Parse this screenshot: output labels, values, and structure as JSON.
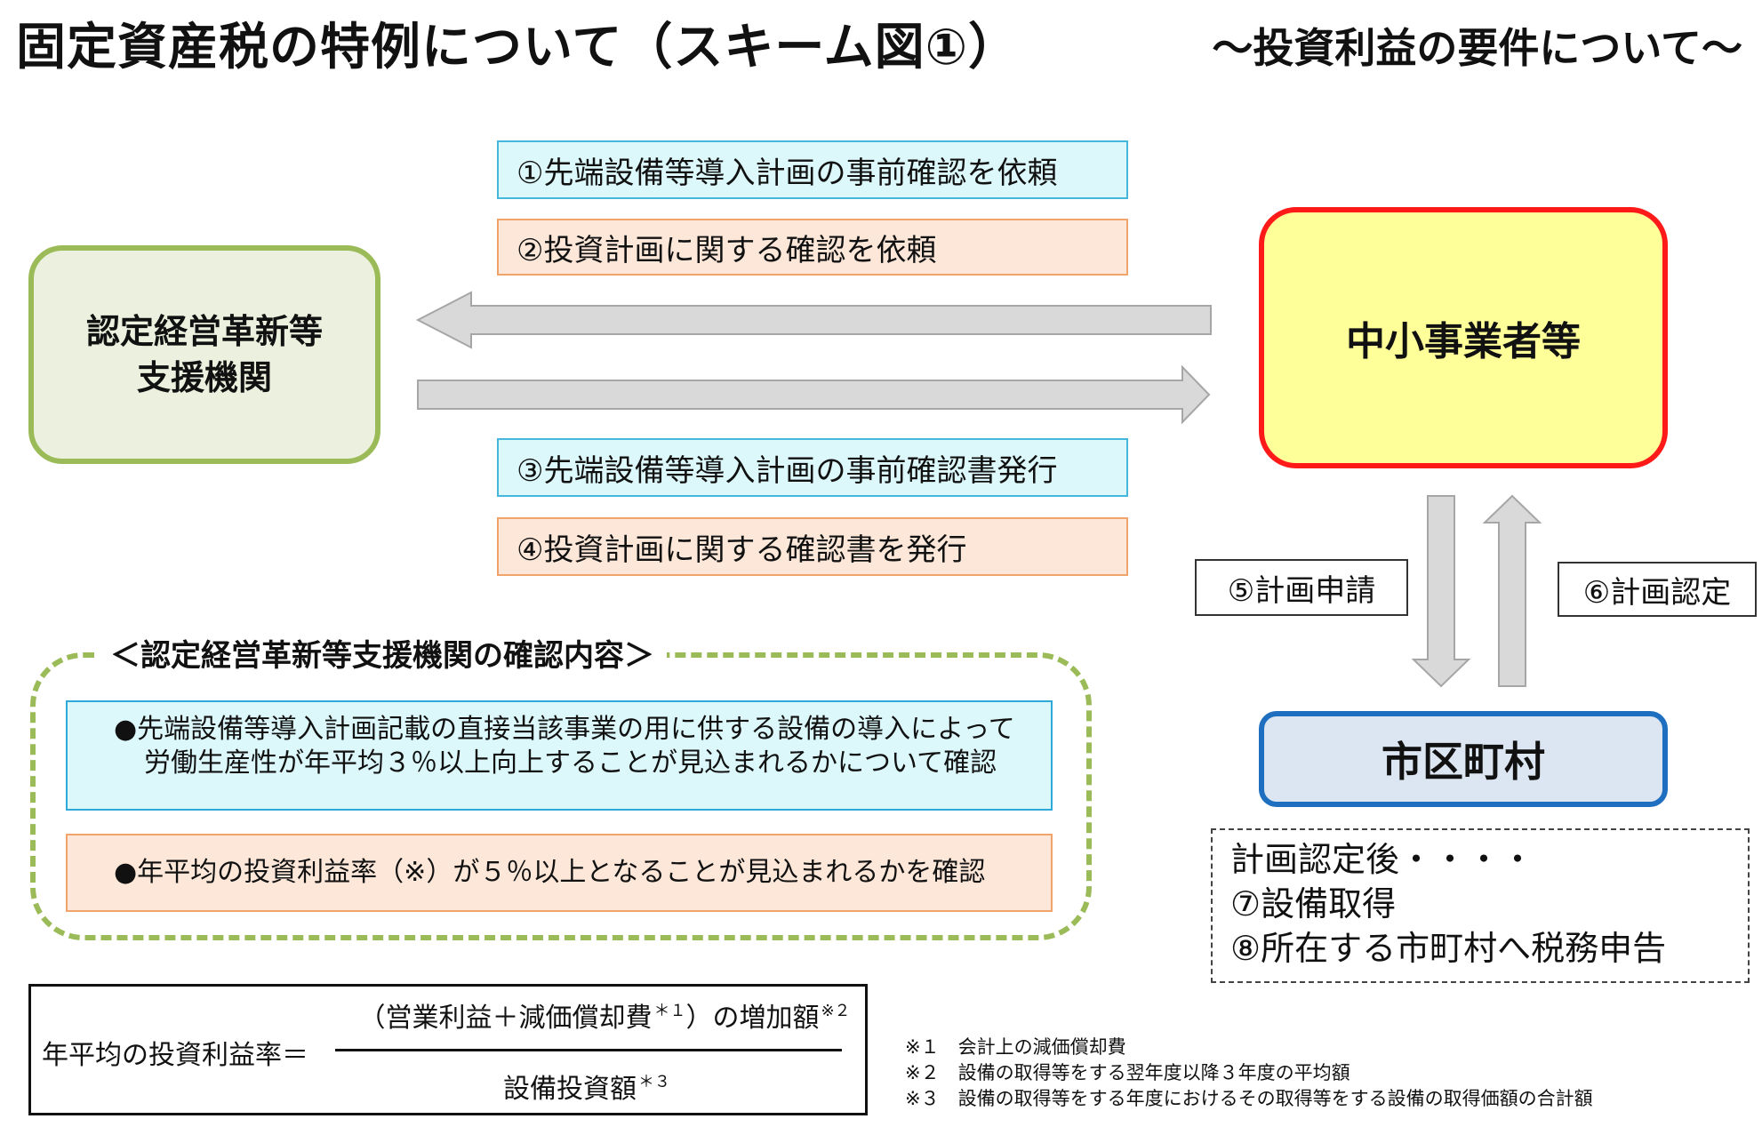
{
  "header": {
    "title": "固定資産税の特例について（スキーム図①）",
    "subtitle": "～投資利益の要件について～"
  },
  "steps": {
    "s1": "①先端設備等導入計画の事前確認を依頼",
    "s2": "②投資計画に関する確認を依頼",
    "s3": "③先端設備等導入計画の事前確認書発行",
    "s4": "④投資計画に関する確認書を発行",
    "s5": "⑤計画申請",
    "s6": "⑥計画認定"
  },
  "orgs": {
    "support_line1": "認定経営革新等",
    "support_line2": "支援機関",
    "sme": "中小事業者等",
    "city": "市区町村"
  },
  "confirmation": {
    "title": "＜認定経営革新等支援機関の確認内容＞",
    "item1_line1": "●先端設備等導入計画記載の直接当該事業の用に供する設備の導入によって",
    "item1_line2": "労働生産性が年平均３％以上向上することが見込まれるかについて確認",
    "item2": "●年平均の投資利益率（※）が５％以上となることが見込まれるかを確認"
  },
  "after": {
    "line1": "計画認定後・・・・",
    "line2": "⑦設備取得",
    "line3": "⑧所在する市町村へ税務申告"
  },
  "formula": {
    "label": "年平均の投資利益率＝",
    "numerator": "（営業利益＋減価償却費",
    "num_sup1": "＊１",
    "numerator_tail": "）の増加額",
    "num_sup2": "※２",
    "denominator": "設備投資額",
    "den_sup": "＊３"
  },
  "notes": [
    "※１　会計上の減価償却費",
    "※２　設備の取得等をする翌年度以降３年度の平均額",
    "※３　設備の取得等をする年度におけるその取得等をする設備の取得価額の合計額"
  ],
  "colors": {
    "arrow_fill": "#d9d9d9",
    "arrow_stroke": "#a6a6a6"
  }
}
